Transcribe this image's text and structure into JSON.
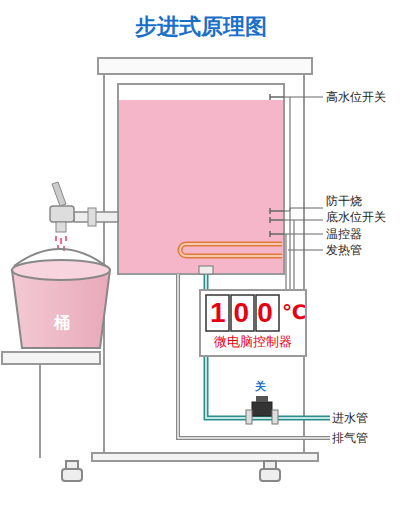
{
  "diagram": {
    "title": "步进式原理图",
    "nodes": [
      {
        "text": [
          "桶"
        ]
      },
      {
        "text": [
          "100",
          "℃",
          "微电脑控制器"
        ]
      }
    ],
    "labels": [
      "高水位开关",
      "防干烧",
      "底水位开关",
      "温控器",
      "发热管",
      "关",
      "进水管",
      "排气管"
    ]
  }
}
